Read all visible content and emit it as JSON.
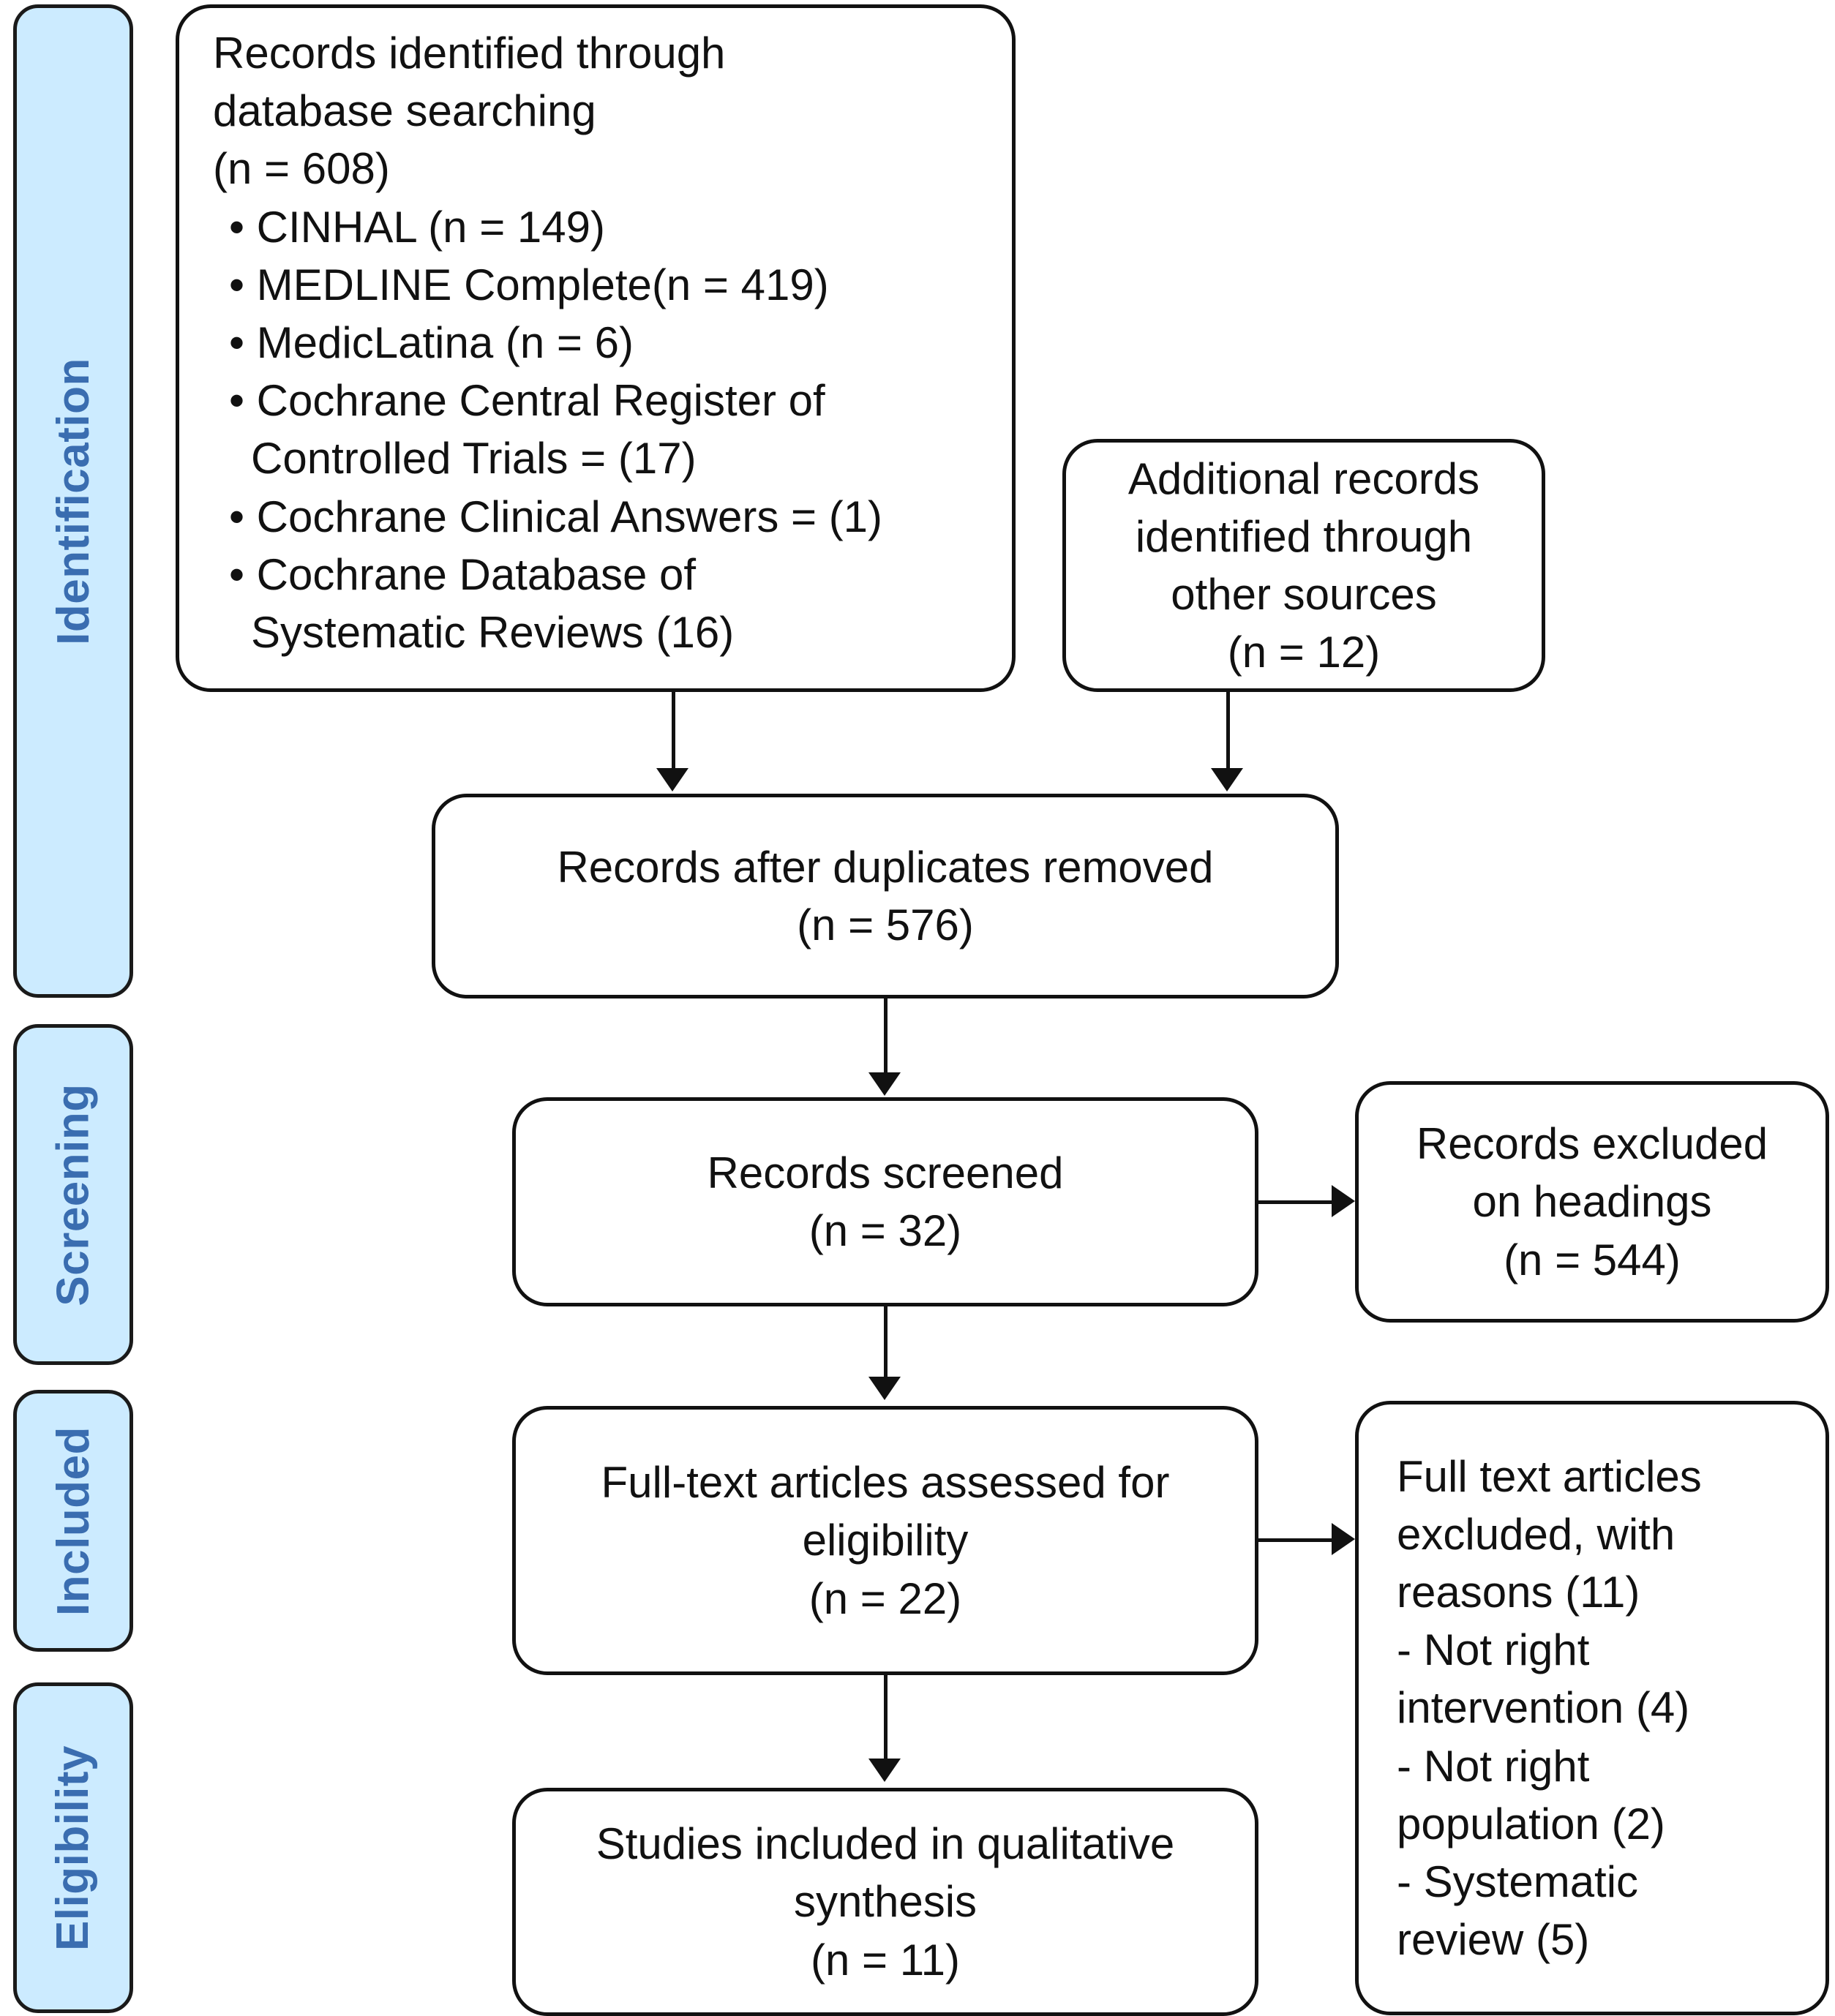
{
  "diagram": {
    "title": "PRISMA flow diagram",
    "accent_color": "#CCEBFF",
    "label_color": "#3A6DB0",
    "line_color": "#111111"
  },
  "phases": [
    {
      "id": "identification",
      "label": "Identification"
    },
    {
      "id": "screening",
      "label": "Screening"
    },
    {
      "id": "included",
      "label": "Included"
    },
    {
      "id": "eligibility",
      "label": "Eligibility"
    }
  ],
  "boxes": {
    "database_search": {
      "line1": "Records identified through",
      "line2": "database searching",
      "line3": "(n = 608)",
      "bullets": [
        "• CINHAL (n = 149)",
        "• MEDLINE Complete(n = 419)",
        "• MedicLatina (n = 6)",
        "• Cochrane Central Register of",
        "Controlled Trials = (17)",
        "• Cochrane Clinical Answers = (1)",
        "• Cochrane Database of",
        "Systematic Reviews (16)"
      ]
    },
    "other_sources": {
      "line1": "Additional records",
      "line2": "identified through",
      "line3": "other sources",
      "line4": "(n = 12)"
    },
    "duplicates_removed": {
      "line1": "Records after duplicates removed",
      "line2": "(n = 576)"
    },
    "records_screened": {
      "line1": "Records screened",
      "line2": "(n = 32)"
    },
    "records_excluded": {
      "line1": "Records excluded",
      "line2": "on headings",
      "line3": "(n = 544)"
    },
    "fulltext_assessed": {
      "line1": "Full-text articles assessed for",
      "line2": "eligibility",
      "line3": "(n = 22)"
    },
    "fulltext_excluded": {
      "line1": "Full text articles",
      "line2": "excluded, with",
      "line3": "reasons (11)",
      "line4": "- Not right",
      "line5": "intervention (4)",
      "line6": "- Not right",
      "line7": "population (2)",
      "line8": "- Systematic",
      "line9": "review (5)"
    },
    "studies_included": {
      "line1": "Studies included in qualitative",
      "line2": "synthesis",
      "line3": "(n = 11)"
    }
  },
  "chart_data": {
    "type": "diagram",
    "title": "PRISMA flow diagram",
    "nodes": [
      {
        "id": "database_search",
        "phase": "Identification",
        "n": 608,
        "breakdown": {
          "CINHAL": 149,
          "MEDLINE Complete": 419,
          "MedicLatina": 6,
          "Cochrane Central Register of Controlled Trials": 17,
          "Cochrane Clinical Answers": 1,
          "Cochrane Database of Systematic Reviews": 16
        }
      },
      {
        "id": "other_sources",
        "phase": "Identification",
        "n": 12
      },
      {
        "id": "duplicates_removed",
        "phase": "Identification",
        "n": 576
      },
      {
        "id": "records_screened",
        "phase": "Screening",
        "n": 32
      },
      {
        "id": "records_excluded",
        "phase": "Screening",
        "n": 544
      },
      {
        "id": "fulltext_assessed",
        "phase": "Included",
        "n": 22
      },
      {
        "id": "fulltext_excluded",
        "phase": "Included",
        "n": 11,
        "reasons": {
          "Not right intervention": 4,
          "Not right population": 2,
          "Systematic review": 5
        }
      },
      {
        "id": "studies_included",
        "phase": "Eligibility",
        "n": 11
      }
    ],
    "edges": [
      {
        "from": "database_search",
        "to": "duplicates_removed"
      },
      {
        "from": "other_sources",
        "to": "duplicates_removed"
      },
      {
        "from": "duplicates_removed",
        "to": "records_screened"
      },
      {
        "from": "records_screened",
        "to": "records_excluded"
      },
      {
        "from": "records_screened",
        "to": "fulltext_assessed"
      },
      {
        "from": "fulltext_assessed",
        "to": "fulltext_excluded"
      },
      {
        "from": "fulltext_assessed",
        "to": "studies_included"
      }
    ]
  }
}
